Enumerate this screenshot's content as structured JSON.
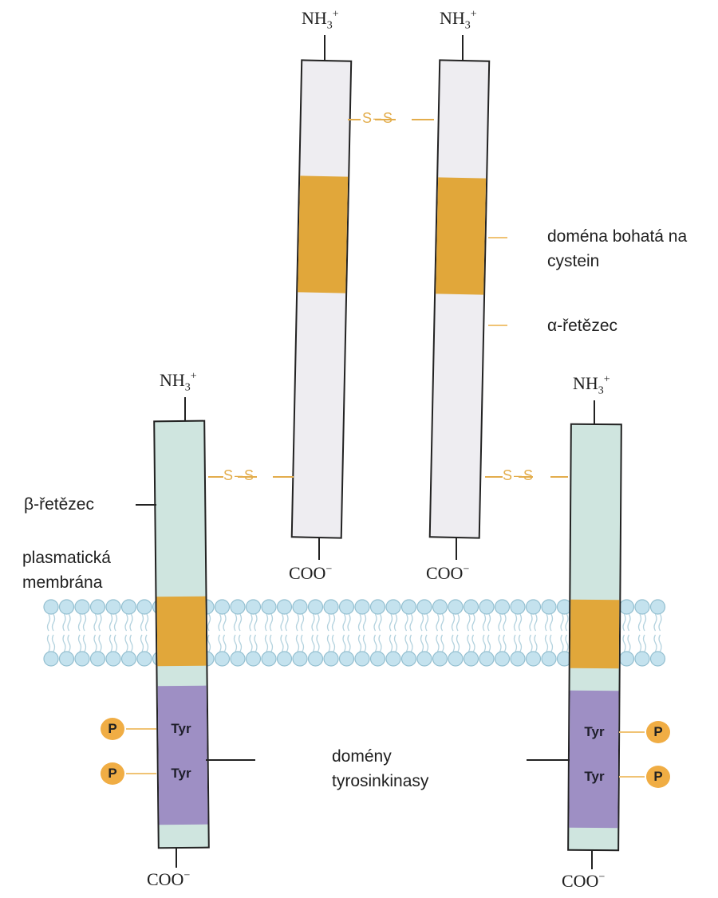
{
  "labels": {
    "nh3_1": "NH",
    "nh3_2": "NH",
    "nh3_3": "NH",
    "nh3_4": "NH",
    "nh3_sub": "3",
    "nh3_sup": "+",
    "coo_1": "COO",
    "coo_2": "COO",
    "coo_3": "COO",
    "coo_4": "COO",
    "coo_sup": "−",
    "cysteine_domain": "doména bohatá na cystein",
    "alpha_chain": "α-řetězec",
    "beta_chain": "β-řetězec",
    "membrane": "plasmatická membrána",
    "kinase_domains": "domény tyrosinkinasy",
    "tyr": "Tyr",
    "phosphate": "P",
    "disulfide": "S–S"
  },
  "colors": {
    "alpha_chain": "#eeedf1",
    "beta_chain": "#cfe5df",
    "cysteine_rich": "#e1a73a",
    "kinase": "#9e8fc4",
    "membrane_head": "#b9dcea",
    "phosphate": "#f0ad44",
    "disulfide": "#e3ad4c"
  }
}
